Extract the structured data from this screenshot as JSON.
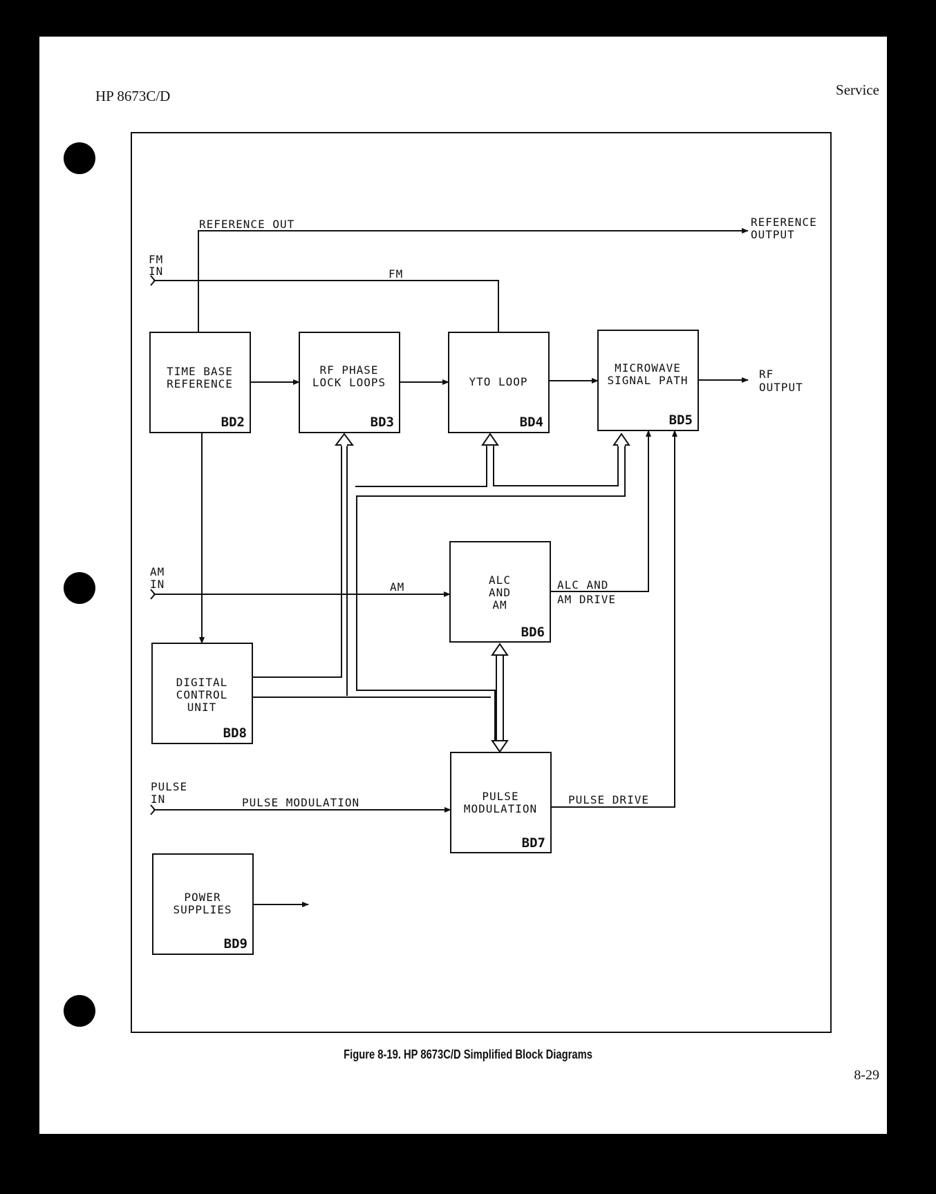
{
  "header": {
    "left": "HP 8673C/D",
    "right": "Service"
  },
  "caption": "Figure 8-19. HP 8673C/D Simplified Block Diagrams",
  "page_number": "8-29",
  "blocks": {
    "time_base": {
      "line1": "TIME BASE",
      "line2": "REFERENCE",
      "id": "BD2"
    },
    "rf_pll": {
      "line1": "RF PHASE",
      "line2": "LOCK LOOPS",
      "id": "BD3"
    },
    "yto": {
      "line1": "YTO LOOP",
      "id": "BD4"
    },
    "microwave": {
      "line1": "MICROWAVE",
      "line2": "SIGNAL PATH",
      "id": "BD5"
    },
    "alc": {
      "line1": "ALC",
      "line2": "AND",
      "line3": "AM",
      "id": "BD6"
    },
    "pulse": {
      "line1": "PULSE",
      "line2": "MODULATION",
      "id": "BD7"
    },
    "dcu": {
      "line1": "DIGITAL",
      "line2": "CONTROL",
      "line3": "UNIT",
      "id": "BD8"
    },
    "power": {
      "line1": "POWER",
      "line2": "SUPPLIES",
      "id": "BD9"
    }
  },
  "signals": {
    "reference_out": "REFERENCE OUT",
    "reference_output_1": "REFERENCE",
    "reference_output_2": "OUTPUT",
    "fm_in_1": "FM",
    "fm_in_2": "IN",
    "fm": "FM",
    "rf_output_1": "RF",
    "rf_output_2": "OUTPUT",
    "am_in_1": "AM",
    "am_in_2": "IN",
    "am": "AM",
    "alc_drive_1": "ALC AND",
    "alc_drive_2": "AM DRIVE",
    "pulse_in_1": "PULSE",
    "pulse_in_2": "IN",
    "pulse_modulation": "PULSE MODULATION",
    "pulse_drive": "PULSE DRIVE"
  }
}
